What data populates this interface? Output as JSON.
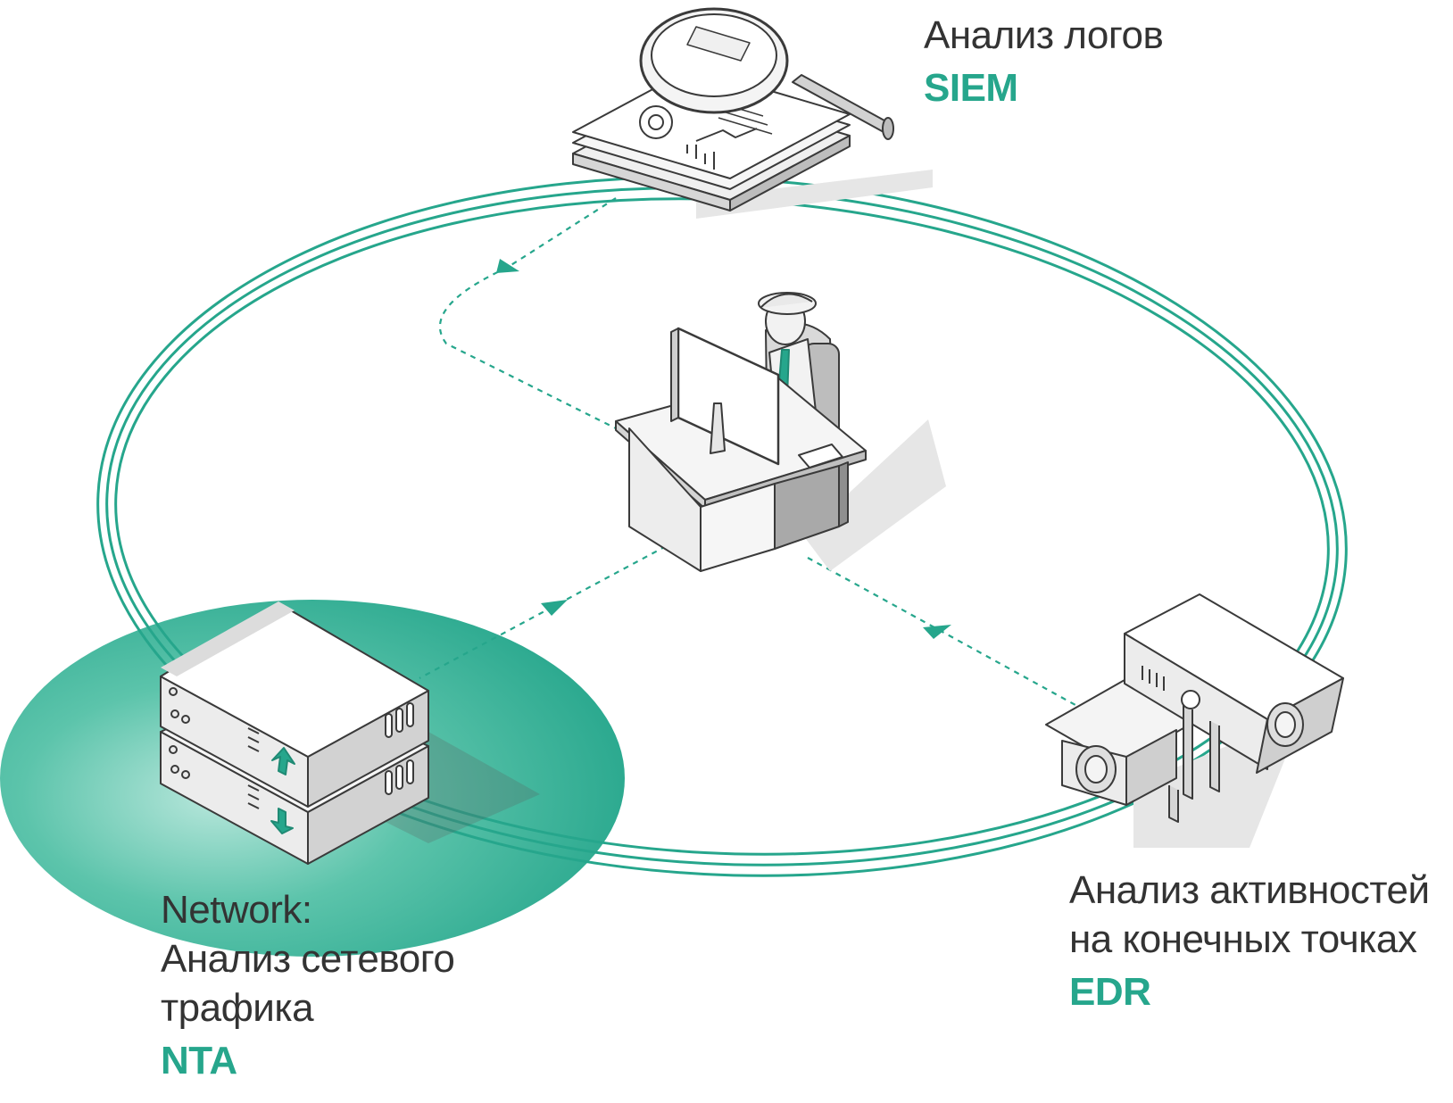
{
  "colors": {
    "accent": "#26a68c",
    "text": "#333333",
    "stroke": "#3a3a3a",
    "fill_light": "#ececec",
    "fill_mid": "#d0d0d0",
    "fill_dark": "#9a9a9a",
    "shadow": "#e8e8e8"
  },
  "nodes": {
    "siem": {
      "icon": "magnifier-documents-icon",
      "title": "Анализ логов",
      "acronym": "SIEM"
    },
    "nta": {
      "icon": "server-rack-icon",
      "title_line1": "Network:",
      "title_line2": "Анализ сетевого",
      "title_line3": "трафика",
      "acronym": "NTA"
    },
    "edr": {
      "icon": "cctv-camera-icon",
      "title_line1": "Анализ активностей",
      "title_line2": "на конечных точках",
      "acronym": "EDR"
    },
    "center": {
      "icon": "security-officer-at-desk-icon"
    }
  },
  "highlight": "nta"
}
